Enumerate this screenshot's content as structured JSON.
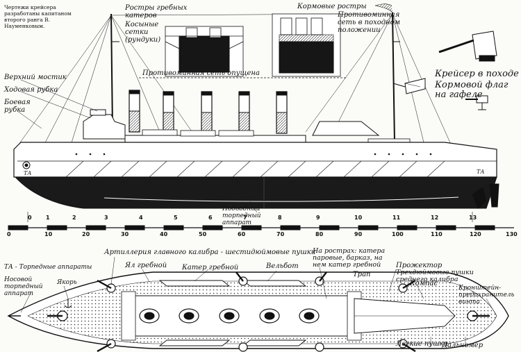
{
  "caption": "Чертежи крейсера разработаны капитаном второго ранга В. Науменковым.",
  "labels": {
    "rostry_katerov": "Ростры гребных катеров",
    "kosynye_setki": "Косыные сетки (рундуки)",
    "kormovye_rostry": "Кормовые ростры",
    "setka_pohod": "Противоминная сеть в походном положении",
    "setka_opushchena": "Противоминная сеть опущена",
    "verhniy_mostik": "Верхний мостик",
    "hodovaya_rubka": "Ходовая рубка",
    "boevaya_rubka": "Боевая рубка",
    "kreiser_v_pohode": "Крейсер в походе",
    "kormovoy_flag": "Кормовой флаг на гафеле",
    "torpednyi_apparat": "Подводный торпедный аппарат",
    "ta_left": "ТА",
    "ta_right": "ТА",
    "ta_legend": "ТА - Торпедные аппараты",
    "artilleriya": "Артиллерия главного калибра - шестидюймовые пушки",
    "yal_grebnoy": "Ял гребной",
    "kater_grebnoy": "Катер гребной",
    "velbot": "Вельбот",
    "na_rostrah": "На рострах: катера паровые, барказ, на нем катер гребной",
    "trap": "Трап",
    "prozhektor": "Прожектор",
    "trehdyuim": "Трехдюймовые пушки среднего калибра",
    "kompas": "Компас",
    "kronshtein": "Кронштейн-предохранитель винта",
    "nosovoy_ta": "Носовой торпедный аппарат",
    "yakor": "Якорь",
    "legkie_pushki": "Легкие пушки",
    "dalnomer": "Дальномер"
  },
  "scale_top": [
    "0",
    "1",
    "2",
    "3",
    "4",
    "5",
    "6",
    "7",
    "8",
    "9",
    "10",
    "11",
    "12",
    "13"
  ],
  "scale_bottom": [
    "0",
    "10",
    "20",
    "30",
    "40",
    "50",
    "60",
    "70",
    "80",
    "90",
    "100",
    "110",
    "120",
    "130"
  ],
  "colors": {
    "ink": "#121212",
    "hull": "#1a1a1a",
    "paper": "#fbfbf8"
  }
}
